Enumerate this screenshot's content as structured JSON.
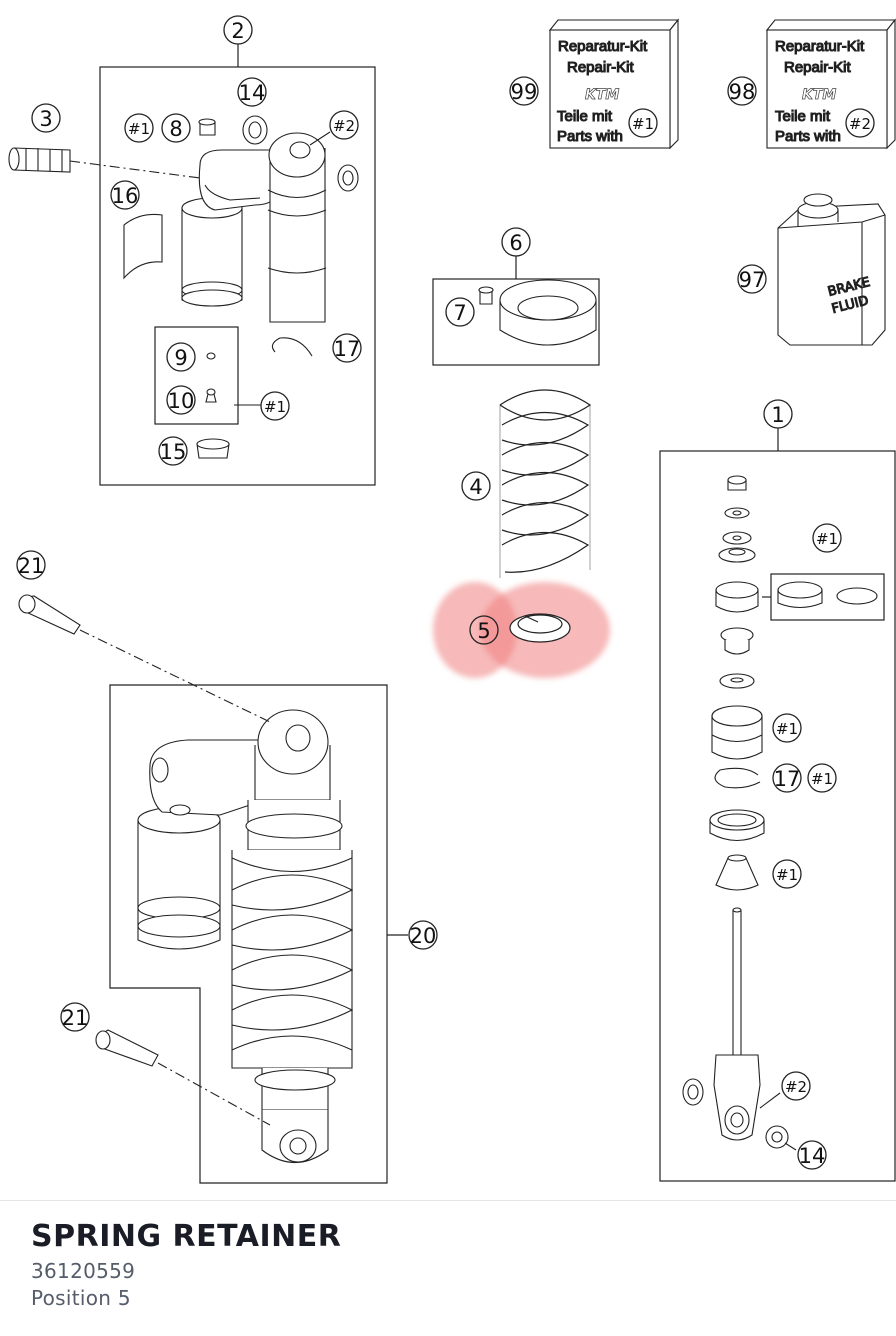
{
  "diagram": {
    "callouts": {
      "c1": "1",
      "c2": "2",
      "c3": "3",
      "c4": "4",
      "c5": "5",
      "c6": "6",
      "c7": "7",
      "c8": "8",
      "c9": "9",
      "c10": "10",
      "c14": "14",
      "c15": "15",
      "c16": "16",
      "c17": "17",
      "c20": "20",
      "c21": "21",
      "c97": "97",
      "c98": "98",
      "c99": "99",
      "h1": "#1",
      "h2": "#2"
    },
    "kit": {
      "line1": "Reparatur-Kit",
      "line2": "Repair-Kit",
      "line3": "Teile mit",
      "line4": "Parts with"
    },
    "brake_fluid": {
      "line1": "BRAKE",
      "line2": "FLUID"
    },
    "highlight_color": "#f08080"
  },
  "part": {
    "title": "SPRING RETAINER",
    "number": "36120559",
    "position": "Position 5"
  }
}
